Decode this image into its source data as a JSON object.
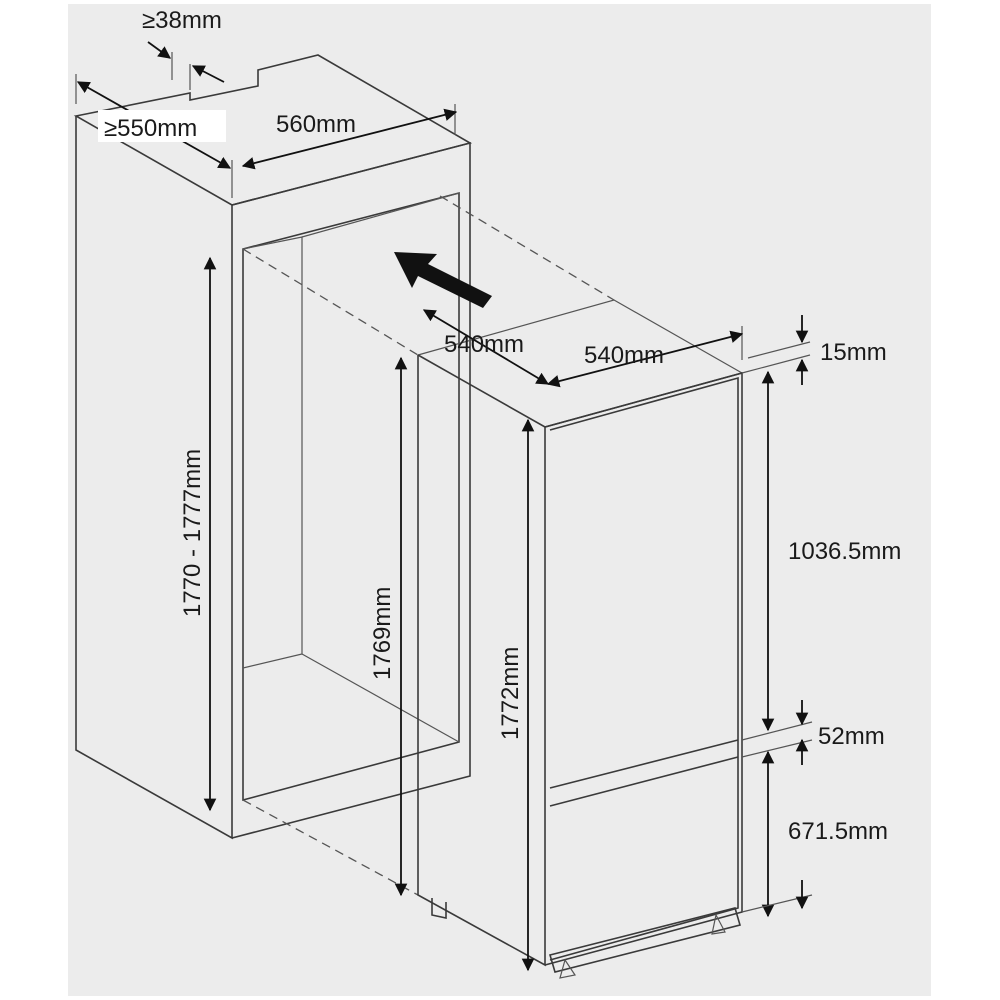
{
  "labels": {
    "clearance_top": "≥38mm",
    "depth_min": "≥550mm",
    "niche_width": "560mm",
    "niche_height": "1770 - 1777mm",
    "appliance_depth": "540mm",
    "appliance_width": "540mm",
    "side_height": "1769mm",
    "front_height": "1772mm",
    "top_gap": "15mm",
    "upper_door": "1036.5mm",
    "middle_gap": "52mm",
    "lower_door": "671.5mm"
  },
  "colors": {
    "background": "#ececec",
    "line": "#3a3a3a",
    "dimension": "#111111"
  },
  "icons": {
    "insert_arrow": "arrow-up-left-icon"
  }
}
